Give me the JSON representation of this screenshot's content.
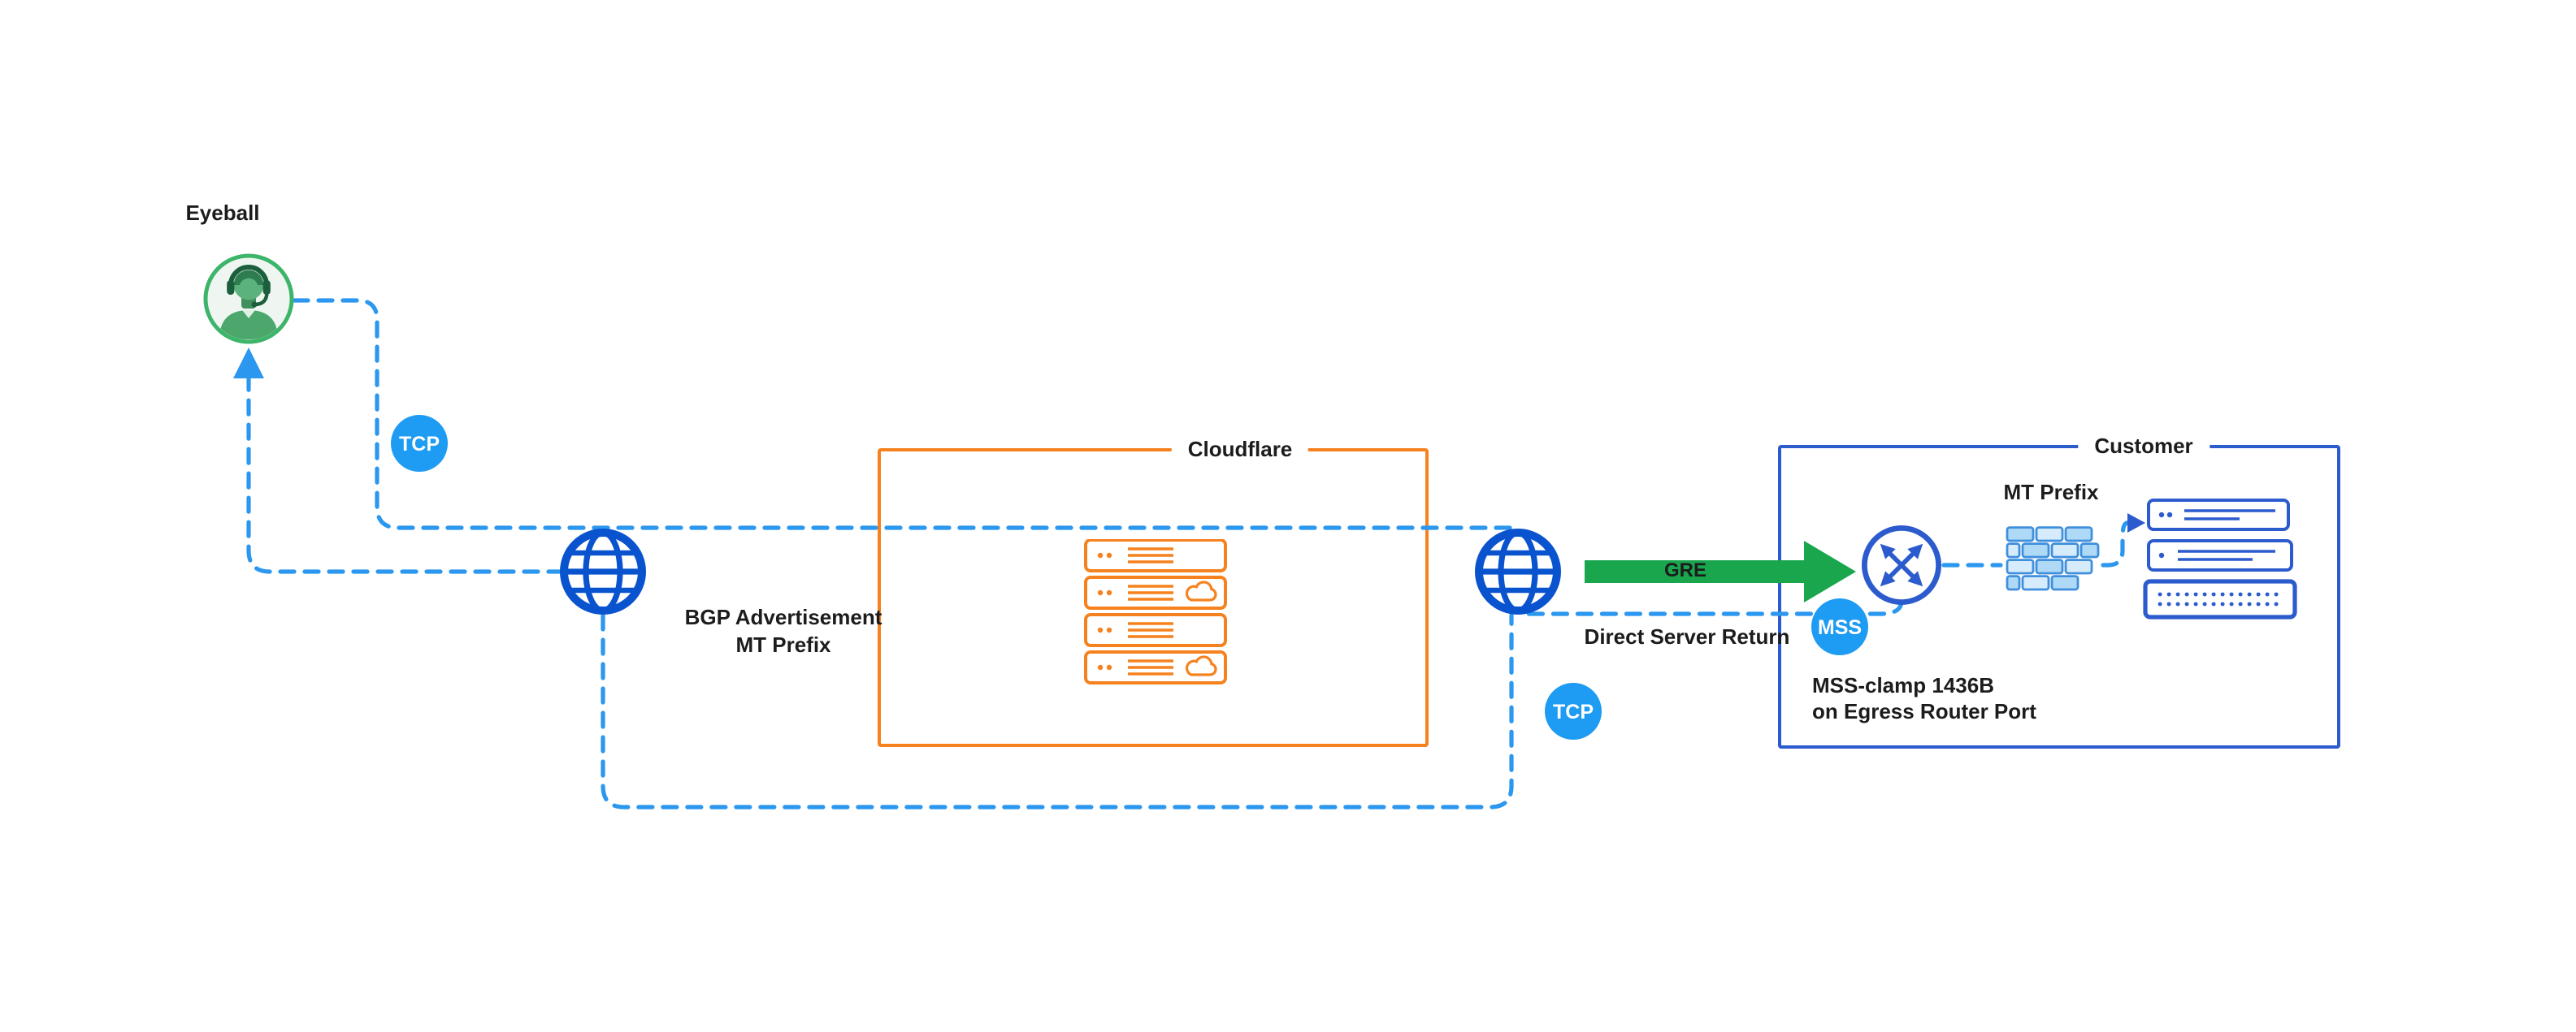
{
  "colors": {
    "canvas_bg": "#ffffff",
    "line_blue": "#2b97ef",
    "badge_blue": "#1e9bf2",
    "globe_blue": "#0a53cf",
    "customer_blue": "#2c5bce",
    "orange": "#f6821f",
    "green": "#1aa64d",
    "person_green": "#3cb56a",
    "text_dark": "#1c1c1c",
    "firewall_fill": "#aed9f7",
    "firewall_light": "#d6ecfc",
    "firewall_stroke": "#3f8fdd"
  },
  "nodes": {
    "eyeball": {
      "label": "Eyeball"
    },
    "cloudflare": {
      "label": "Cloudflare"
    },
    "customer": {
      "label": "Customer"
    }
  },
  "badges": {
    "tcp_left": "TCP",
    "tcp_right": "TCP",
    "mss": "MSS"
  },
  "labels": {
    "bgp_line1": "BGP Advertisement",
    "bgp_line2": "MT Prefix",
    "gre": "GRE",
    "direct_server_return": "Direct Server Return",
    "mss_clamp_line1": "MSS-clamp 1436B",
    "mss_clamp_line2": "on Egress Router Port",
    "mt_prefix": "MT Prefix"
  }
}
